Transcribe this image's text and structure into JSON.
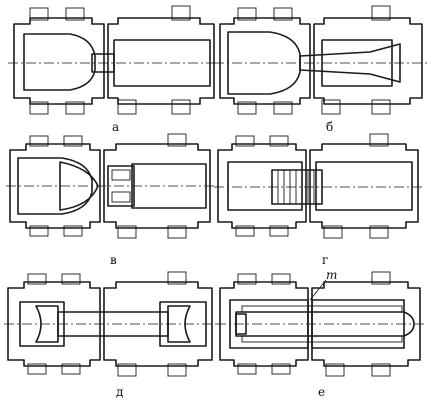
{
  "figure": {
    "panels": [
      {
        "id": "a",
        "label": "а"
      },
      {
        "id": "b",
        "label": "б"
      },
      {
        "id": "v",
        "label": "в"
      },
      {
        "id": "g",
        "label": "г"
      },
      {
        "id": "d",
        "label": "д"
      },
      {
        "id": "e",
        "label": "е"
      }
    ],
    "callout": "m"
  },
  "colors": {
    "ink": "#1a1a1a",
    "paper": "#ffffff"
  }
}
